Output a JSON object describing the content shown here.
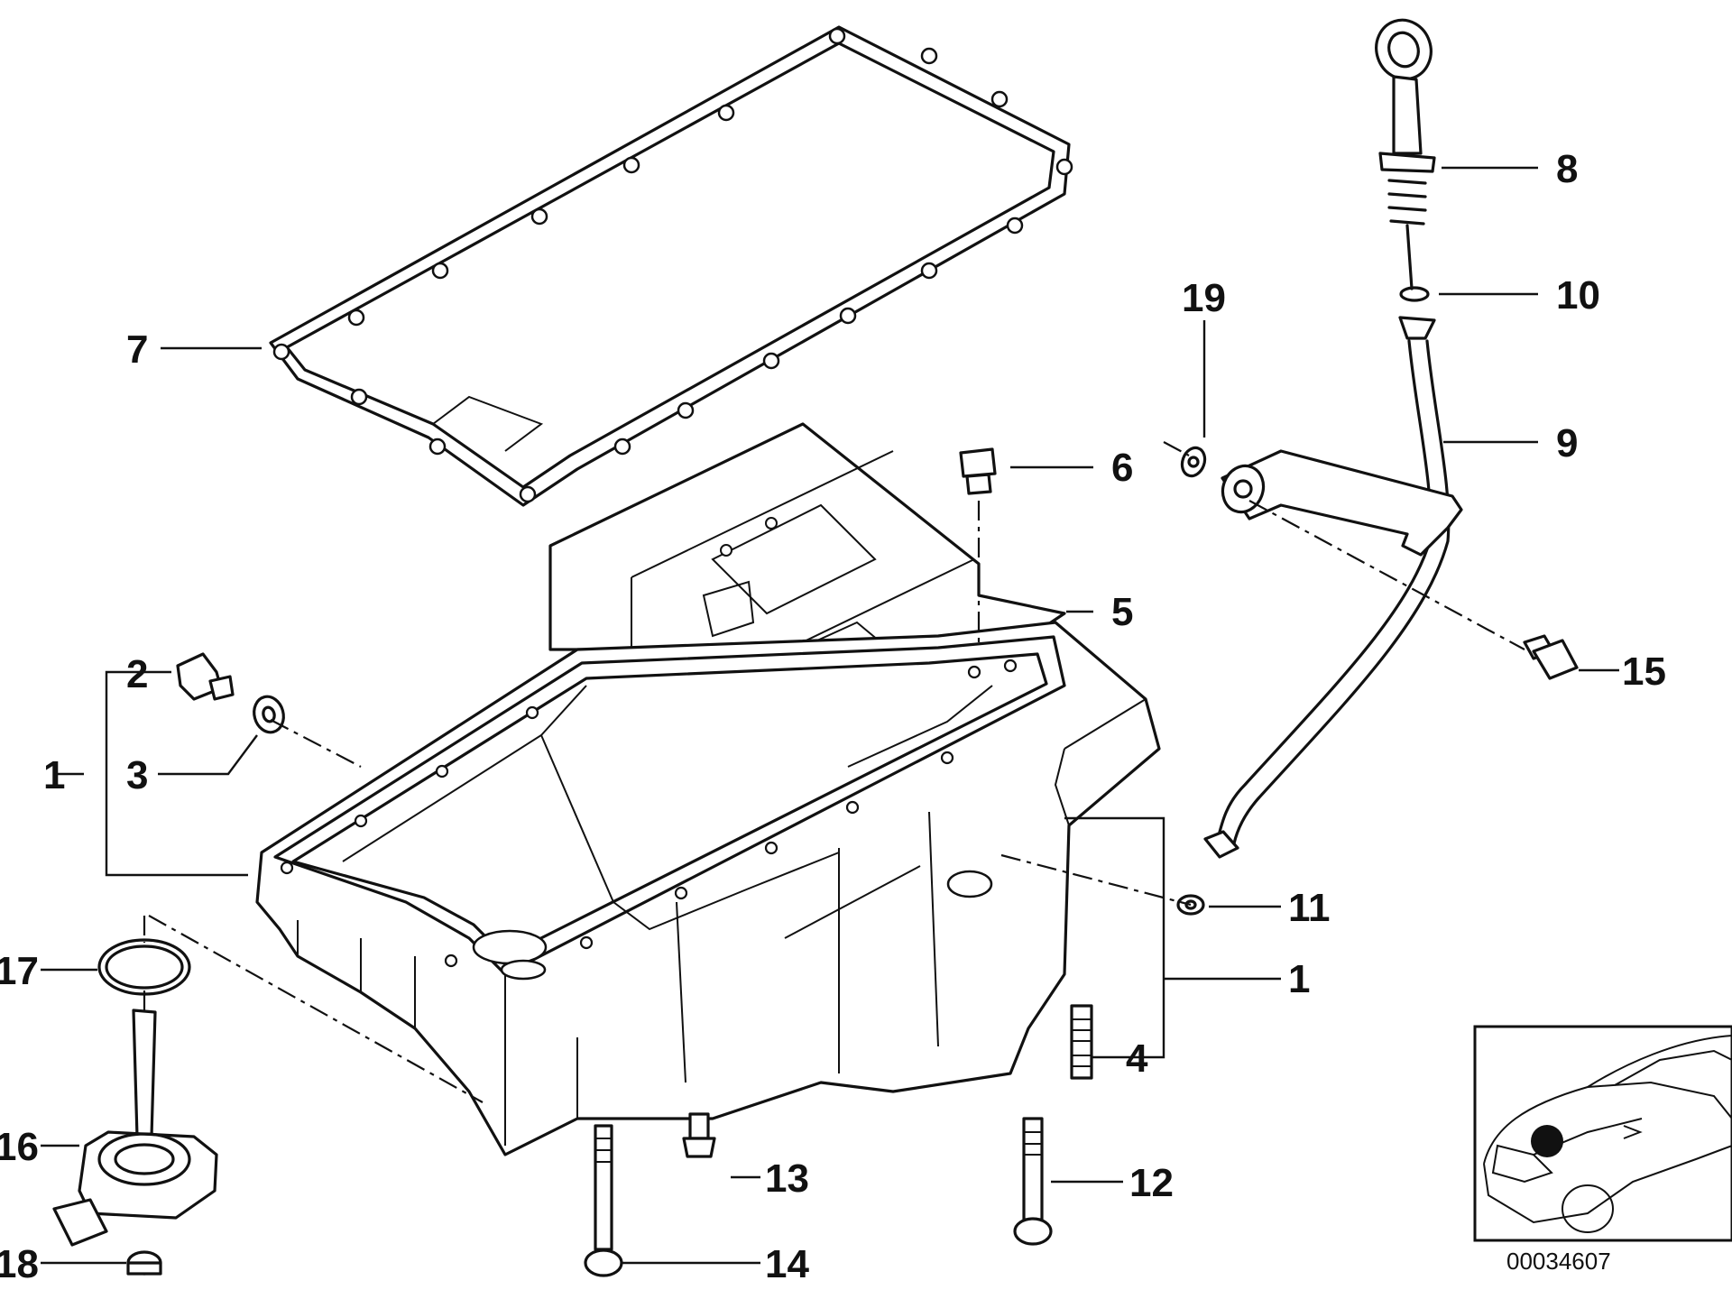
{
  "diagram": {
    "reference_code": "00034607",
    "callouts": {
      "c7": "7",
      "c8": "8",
      "c10": "10",
      "c19": "19",
      "c9": "9",
      "c6": "6",
      "c5": "5",
      "c2": "2",
      "c1_left": "1",
      "c3": "3",
      "c15": "15",
      "c11": "11",
      "c1_right": "1",
      "c17": "17",
      "c4": "4",
      "c16": "16",
      "c13": "13",
      "c12": "12",
      "c18": "18",
      "c14": "14"
    },
    "icons": {
      "oil_pan": "oil-pan-icon",
      "gasket": "oil-pan-gasket-icon",
      "dipstick": "dipstick-icon",
      "baffle": "oil-baffle-plate-icon",
      "level_sensor": "oil-level-sensor-icon",
      "car_locator": "car-locator-icon"
    }
  }
}
